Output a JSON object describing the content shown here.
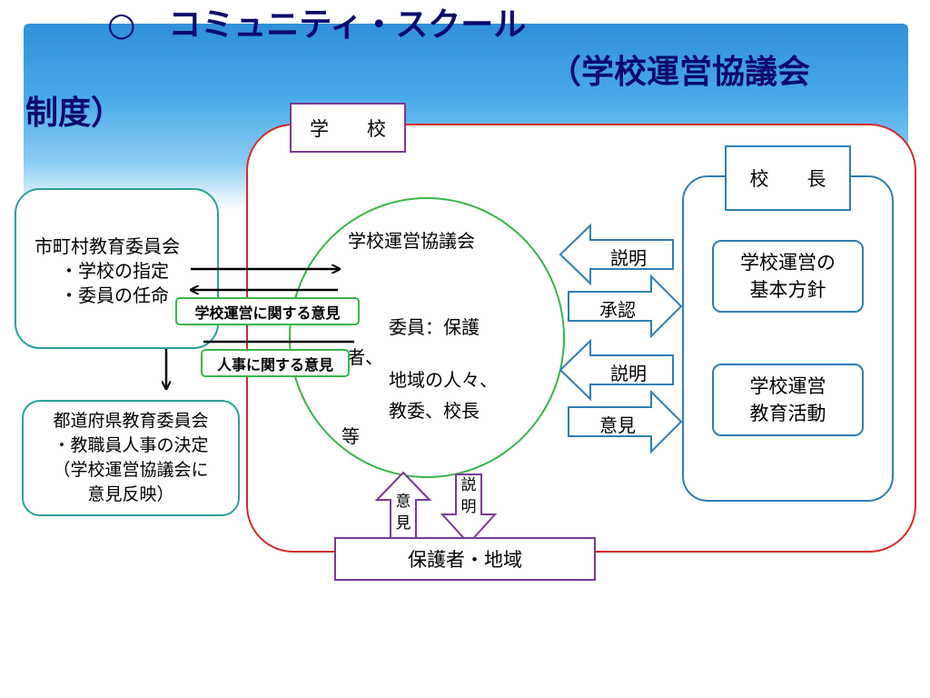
{
  "title": {
    "line1": "○　コミュニティ・スクール",
    "line2": "（学校運営協議会",
    "line3": "制度）"
  },
  "school": {
    "label": "学　　校"
  },
  "principal": {
    "label": "校　　長",
    "policy": [
      "学校運営の",
      "基本方針"
    ],
    "activities": [
      "学校運営",
      "教育活動"
    ]
  },
  "council": {
    "title": "学校運営協議会",
    "members": [
      "委員：保護",
      "者、",
      "地域の人々、",
      "教委、校長",
      "等"
    ]
  },
  "municipal": {
    "lines": [
      "市町村教育委員会",
      "・学校の指定",
      "・委員の任命"
    ]
  },
  "prefecture": {
    "lines": [
      "都道府県教育委員会",
      "・教職員人事の決定",
      "（学校運営協議会に",
      "意見反映）"
    ]
  },
  "opinion_school_ops": "学校運営に関する意見",
  "opinion_personnel": "人事に関する意見",
  "arrows": {
    "explain1": "説明",
    "approve": "承認",
    "explain2": "説明",
    "opinion": "意見",
    "up_opinion": [
      "意",
      "見"
    ],
    "down_explain": [
      "説",
      "明"
    ]
  },
  "community": {
    "label": "保護者・地域"
  },
  "colors": {
    "red": "#d42a2a",
    "blue": "#2f7eb4",
    "teal": "#2aa198",
    "green": "#3ab54a",
    "purple": "#7a3a95",
    "navy": "#0a0a6e"
  }
}
